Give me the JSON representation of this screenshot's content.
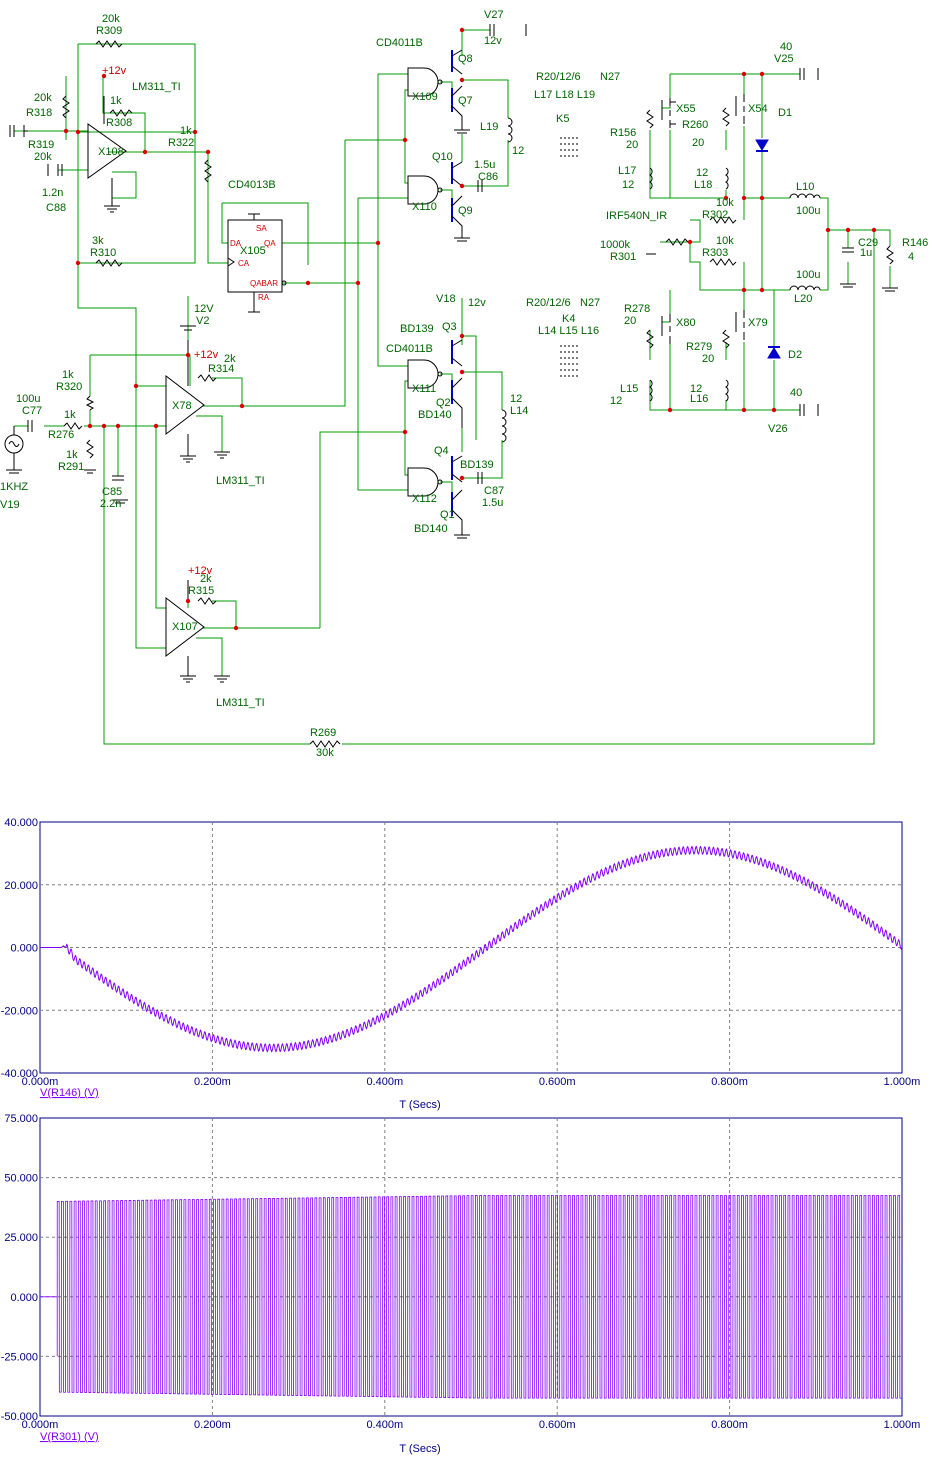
{
  "colors": {
    "wire": "#009900",
    "part": "#000000",
    "label": "#006600",
    "dot": "#dd0000",
    "pin": "#cc0000",
    "trace": "#8000ff",
    "axis": "#000080",
    "grid": "#808080"
  },
  "labels": {
    "r309": [
      "20k",
      "R309"
    ],
    "lm311_top": "LM311_TI",
    "r318": [
      "20k",
      "R318"
    ],
    "r319": [
      "R319",
      "20k"
    ],
    "r308": [
      "1k",
      "R308"
    ],
    "x108": "X108",
    "r322": [
      "1k",
      "R322"
    ],
    "c88": [
      "1.2n",
      "C88"
    ],
    "r310": [
      "3k",
      "R310"
    ],
    "cd4013b": "CD4013B",
    "x105": "X105",
    "ff_pins": {
      "sa": "SA",
      "da": "DA",
      "qa": "QA",
      "ca": "CA",
      "qabar": "QABAR",
      "ra": "RA"
    },
    "cd4011b_top": "CD4011B",
    "x109": "X109",
    "x110": "X110",
    "v27": [
      "V27",
      "12v"
    ],
    "q8": "Q8",
    "q7": "Q7",
    "q10": "Q10",
    "q9": "Q9",
    "l19": [
      "L19",
      "12"
    ],
    "c86": [
      "1.5u",
      "C86"
    ],
    "r20_top": "R20/12/6",
    "n27_top": "N27",
    "l17l18l19": "L17 L18 L19",
    "k5": "K5",
    "v25": [
      "40",
      "V25"
    ],
    "x55": "X55",
    "x54": "X54",
    "d1": "D1",
    "r156": [
      "R156",
      "20"
    ],
    "r260": [
      "R260",
      "20"
    ],
    "l17": [
      "L17",
      "12"
    ],
    "l18": [
      "12",
      "L18"
    ],
    "irf540n": "IRF540N_IR",
    "r302": [
      "10k",
      "R302"
    ],
    "l10": [
      "L10",
      "100u"
    ],
    "r301": [
      "1000k",
      "R301"
    ],
    "r303": [
      "10k",
      "R303"
    ],
    "c29": [
      "C29",
      "1u"
    ],
    "r146": [
      "R146",
      "4"
    ],
    "l20": [
      "100u",
      "L20"
    ],
    "v2": [
      "12V",
      "V2"
    ],
    "plus12v_a": "+12v",
    "plus12v_b": "+12v",
    "plus12v_c": "+12v",
    "r314": [
      "2k",
      "R314"
    ],
    "x78": "X78",
    "lm311_mid": "LM311_TI",
    "r320": [
      "1k",
      "R320"
    ],
    "c77": [
      "100u",
      "C77"
    ],
    "r276": [
      "1k",
      "R276"
    ],
    "r291": [
      "1k",
      "R291"
    ],
    "v19": [
      "1KHZ",
      "V19"
    ],
    "c85": [
      "C85",
      "2.2n"
    ],
    "v18": [
      "V18",
      "12v"
    ],
    "bd139_a": "BD139",
    "q3": "Q3",
    "cd4011b_bot": "CD4011B",
    "x111": "X111",
    "q2": "Q2",
    "bd140_a": "BD140",
    "l14": [
      "12",
      "L14"
    ],
    "q4": "Q4",
    "bd139_b": "BD139",
    "x112": "X112",
    "c87": [
      "C87",
      "1.5u"
    ],
    "q1": "Q1",
    "bd140_b": "BD140",
    "r20_bot": "R20/12/6",
    "n27_bot": "N27",
    "k4": "K4",
    "l14l15l16": "L14 L15 L16",
    "r278": [
      "R278",
      "20"
    ],
    "x80": "X80",
    "x79": "X79",
    "r279": [
      "R279",
      "20"
    ],
    "l15": [
      "L15",
      "12"
    ],
    "l16": [
      "12",
      "L16"
    ],
    "d2": "D2",
    "v26": [
      "40",
      "V26"
    ],
    "r315": [
      "2k",
      "R315"
    ],
    "x107": "X107",
    "lm311_bot": "LM311_TI",
    "r269": [
      "R269",
      "30k"
    ]
  },
  "chart_data": [
    {
      "type": "line",
      "series": [
        {
          "name": "V(R146) (V)"
        }
      ],
      "xlabel": "T (Secs)",
      "ylim": [
        -40,
        40
      ],
      "yticks": [
        "40.000",
        "20.000",
        "0.000",
        "-20.000",
        "-40.000"
      ],
      "xticks": [
        "0.000m",
        "0.200m",
        "0.400m",
        "0.600m",
        "0.800m",
        "1.000m"
      ],
      "xlim": [
        0,
        1.0
      ],
      "grid": true,
      "description_points": {
        "start_ms": 0.03,
        "min": -32,
        "min_t_ms": 0.27,
        "max": 31,
        "max_t_ms": 0.76,
        "end": 1,
        "ripple": 1.2,
        "ripple_cycles": 200
      }
    },
    {
      "type": "line",
      "series": [
        {
          "name": "V(R301) (V)"
        }
      ],
      "xlabel": "T (Secs)",
      "ylim": [
        -50,
        75
      ],
      "yticks": [
        "75.000",
        "50.000",
        "25.000",
        "0.000",
        "-25.000",
        "-50.000"
      ],
      "xticks": [
        "0.000m",
        "0.200m",
        "0.400m",
        "0.600m",
        "0.800m",
        "1.000m"
      ],
      "xlim": [
        0,
        1.0
      ],
      "grid": true,
      "description_points": {
        "start_ms": 0.02,
        "high": 40,
        "low": -40,
        "high_end": 42.5,
        "low_end": -42.5,
        "cycles": 200
      }
    }
  ]
}
